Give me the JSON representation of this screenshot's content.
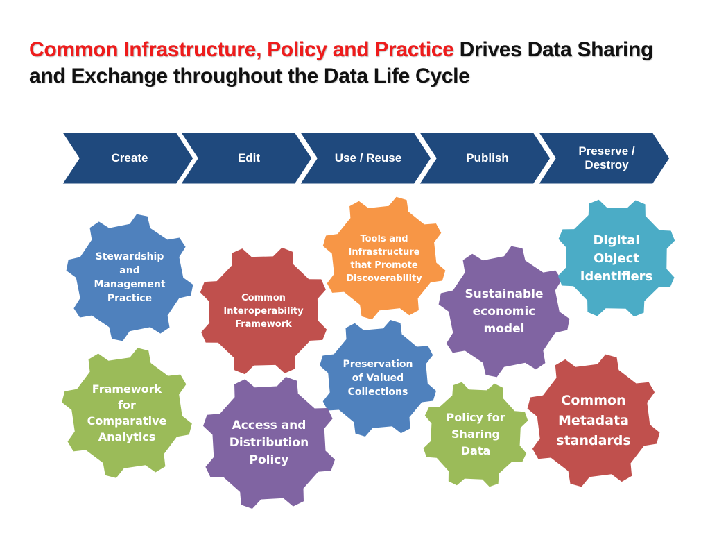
{
  "title": {
    "highlight": "Common Infrastructure, Policy and Practice",
    "rest": "Drives Data Sharing and Exchange throughout the Data Life Cycle"
  },
  "lifecycle": {
    "color": "#1f497d",
    "stages": [
      {
        "label": "Create"
      },
      {
        "label": "Edit"
      },
      {
        "label": "Use / Reuse"
      },
      {
        "label": "Publish"
      },
      {
        "label": "Preserve / Destroy"
      }
    ]
  },
  "gears": [
    {
      "label": "Stewardship and Management Practice",
      "color": "#4f81bd"
    },
    {
      "label": "Common Interoperability Framework",
      "color": "#c0504d"
    },
    {
      "label": "Tools and Infrastructure that Promote Discoverability",
      "color": "#f79646"
    },
    {
      "label": "Sustainable economic model",
      "color": "#8064a2"
    },
    {
      "label": "Digital Object Identifiers",
      "color": "#4bacc6"
    },
    {
      "label": "Preservation of Valued Collections",
      "color": "#4f81bd"
    },
    {
      "label": "Framework for Comparative Analytics",
      "color": "#9bbb59"
    },
    {
      "label": "Access and Distribution Policy",
      "color": "#8064a2"
    },
    {
      "label": "Policy for Sharing Data",
      "color": "#9bbb59"
    },
    {
      "label": "Common Metadata standards",
      "color": "#c0504d"
    }
  ]
}
